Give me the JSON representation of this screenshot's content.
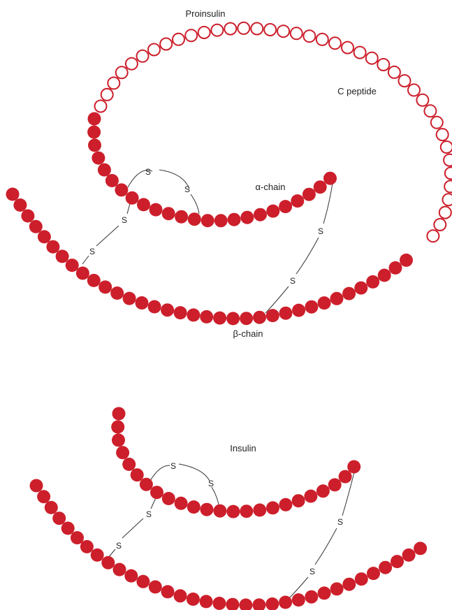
{
  "colors": {
    "residue_fill": "#cc1f2b",
    "residue_outline": "#cc1f2b",
    "peptide_fill": "#ffffff",
    "bond_line": "#333333",
    "text": "#222222"
  },
  "proinsulin": {
    "title": "Proinsulin",
    "c_peptide_label": "C peptide",
    "alpha_label": "α-chain",
    "beta_label": "β-chain",
    "bond_labels": [
      "S",
      "S",
      "S",
      "S",
      "S",
      "S"
    ]
  },
  "insulin": {
    "title": "Insulin",
    "bond_labels": [
      "S",
      "S",
      "S",
      "S",
      "S",
      "S"
    ]
  }
}
